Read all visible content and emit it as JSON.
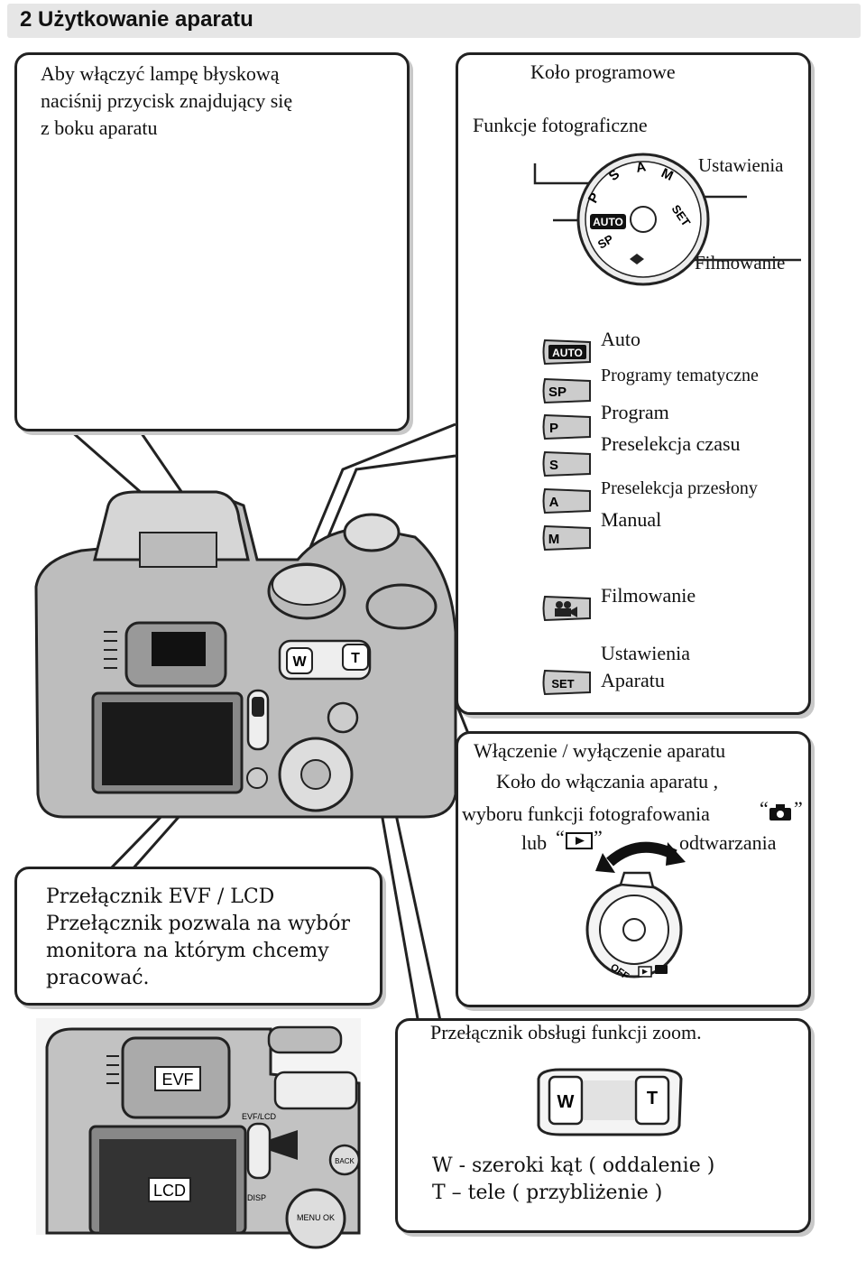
{
  "header": {
    "title": "2 Użytkowanie aparatu"
  },
  "flash_box": {
    "lines": [
      "Aby włączyć lampę błyskową",
      "naciśnij przycisk znajdujący się",
      "z boku aparatu"
    ]
  },
  "dial_box": {
    "title": "Koło programowe",
    "label_photo": "Funkcje fotograficzne",
    "label_settings": "Ustawienia",
    "label_movie": "Filmowanie",
    "dial_marks": [
      "AUTO",
      "SP",
      "P",
      "S",
      "A",
      "M",
      "SET"
    ],
    "modes": [
      {
        "icon": "AUTO",
        "label": "Auto"
      },
      {
        "icon": "SP",
        "label": "Programy tematyczne"
      },
      {
        "icon": "P",
        "label": "Program"
      },
      {
        "icon": "S",
        "label": "Preselekcja czasu"
      },
      {
        "icon": "A",
        "label": "Preselekcja przesłony"
      },
      {
        "icon": "M",
        "label": "Manual"
      }
    ],
    "movie_label": "Filmowanie",
    "set_icon": "SET",
    "set_label_1": "Ustawienia",
    "set_label_2": "Aparatu"
  },
  "power_box": {
    "line1": "Włączenie / wyłączenie aparatu",
    "line2": "Koło do włączania aparatu ,",
    "line3": "wyboru funkcji fotografowania",
    "line4_a": "lub",
    "line4_b": "odtwarzania",
    "switch_off_label": "OFF"
  },
  "evf_box": {
    "lines": [
      "Przełącznik EVF / LCD",
      "Przełącznik pozwala na wybór",
      "monitora na którym chcemy",
      "pracować."
    ]
  },
  "evf_photo": {
    "evf_label": "EVF",
    "lcd_label": "LCD",
    "evf_lcd_mark": "EVF/LCD",
    "disp_mark": "DISP",
    "back_mark": "BACK",
    "menu_mark": "MENU OK"
  },
  "zoom_box": {
    "title": "Przełącznik obsługi funkcji zoom.",
    "w_key": "W",
    "t_key": "T",
    "line1": "W - szeroki kąt ( oddalenie )",
    "line2": "T – tele ( przybliżenie )"
  },
  "camera": {
    "w_key": "W",
    "t_key": "T"
  }
}
